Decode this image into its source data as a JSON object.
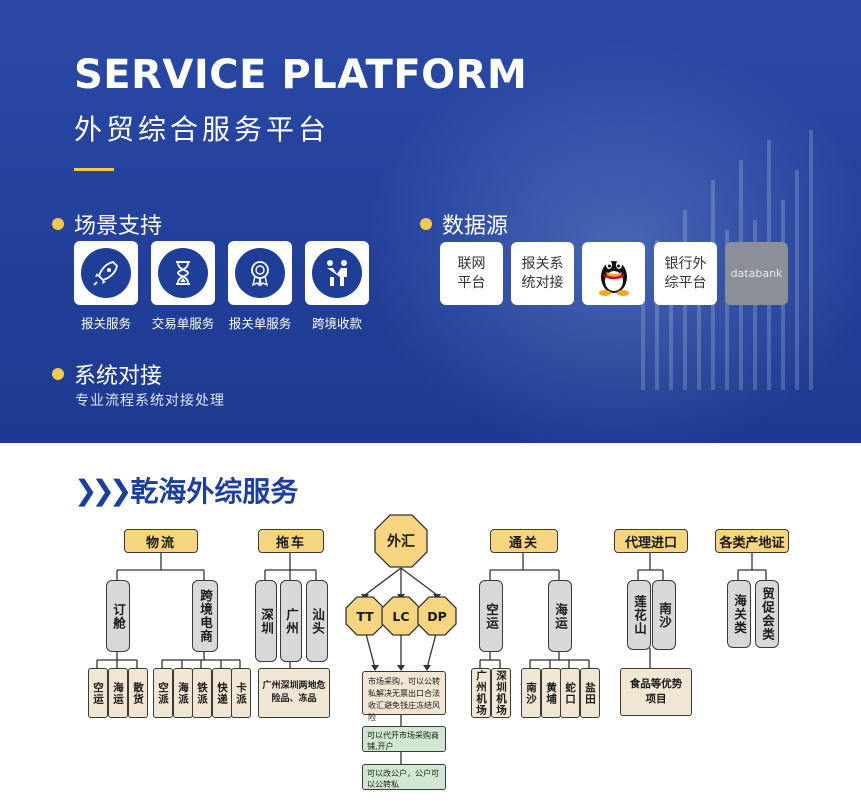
{
  "header": {
    "title_en": "SERVICE PLATFORM",
    "title_cn": "外贸综合服务平台"
  },
  "scenario": {
    "heading": "场景支持",
    "items": [
      {
        "label": "报关服务",
        "icon": "rocket-icon"
      },
      {
        "label": "交易单服务",
        "icon": "hourglass-icon"
      },
      {
        "label": "报关单服务",
        "icon": "certificate-badge-icon"
      },
      {
        "label": "跨境收款",
        "icon": "handshake-icon"
      }
    ]
  },
  "datasource": {
    "heading": "数据源",
    "items": [
      {
        "label": "联网平台"
      },
      {
        "label": "报关系统对接"
      },
      {
        "label": "",
        "icon": "qq-penguin-icon"
      },
      {
        "label": "银行外综平台"
      },
      {
        "label": "databank",
        "icon": "databank-logo"
      }
    ]
  },
  "system": {
    "heading": "系统对接",
    "desc": "专业流程系统对接处理"
  },
  "services": {
    "title": "乾海外综服务",
    "logistics": {
      "label": "物流",
      "children": [
        {
          "label": "订舱",
          "subs": [
            "空运",
            "海运",
            "散货"
          ]
        },
        {
          "label": "跨境电商",
          "subs": [
            "空派",
            "海派",
            "铁派",
            "快递",
            "卡派"
          ]
        }
      ]
    },
    "towing": {
      "label": "拖车",
      "children": [
        "深圳",
        "广州",
        "汕头"
      ],
      "note": "广州深圳两地危险品、冻品"
    },
    "forex": {
      "label": "外汇",
      "children": [
        "TT",
        "LC",
        "DP"
      ],
      "note": "市场采购，可以公转私解决无票出口合法收汇避免钱庄冻结风险",
      "green1": "可以代开市场采购商铺,开户",
      "green2": "可以改公户，公户可以公转私"
    },
    "customs": {
      "label": "通关",
      "children": [
        {
          "label": "空运",
          "subs": [
            "广州机场",
            "深圳机场"
          ]
        },
        {
          "label": "海运",
          "subs": [
            "南沙",
            "黄埔",
            "蛇口",
            "盐田"
          ]
        }
      ]
    },
    "import": {
      "label": "代理进口",
      "children": [
        "莲花山",
        "南沙"
      ],
      "note": "食品等优势项目"
    },
    "certificate": {
      "label": "各类产地证",
      "children": [
        "海关类",
        "贸促会类"
      ]
    }
  },
  "colors": {
    "banner": "#23409a",
    "accent_yellow": "#f2c94c",
    "title_blue": "#1d3f9a",
    "node_yellow": "#f7d580",
    "node_grey": "#d8d8d8",
    "node_beige": "#f1e6d3",
    "node_green": "#cfe8cf"
  }
}
